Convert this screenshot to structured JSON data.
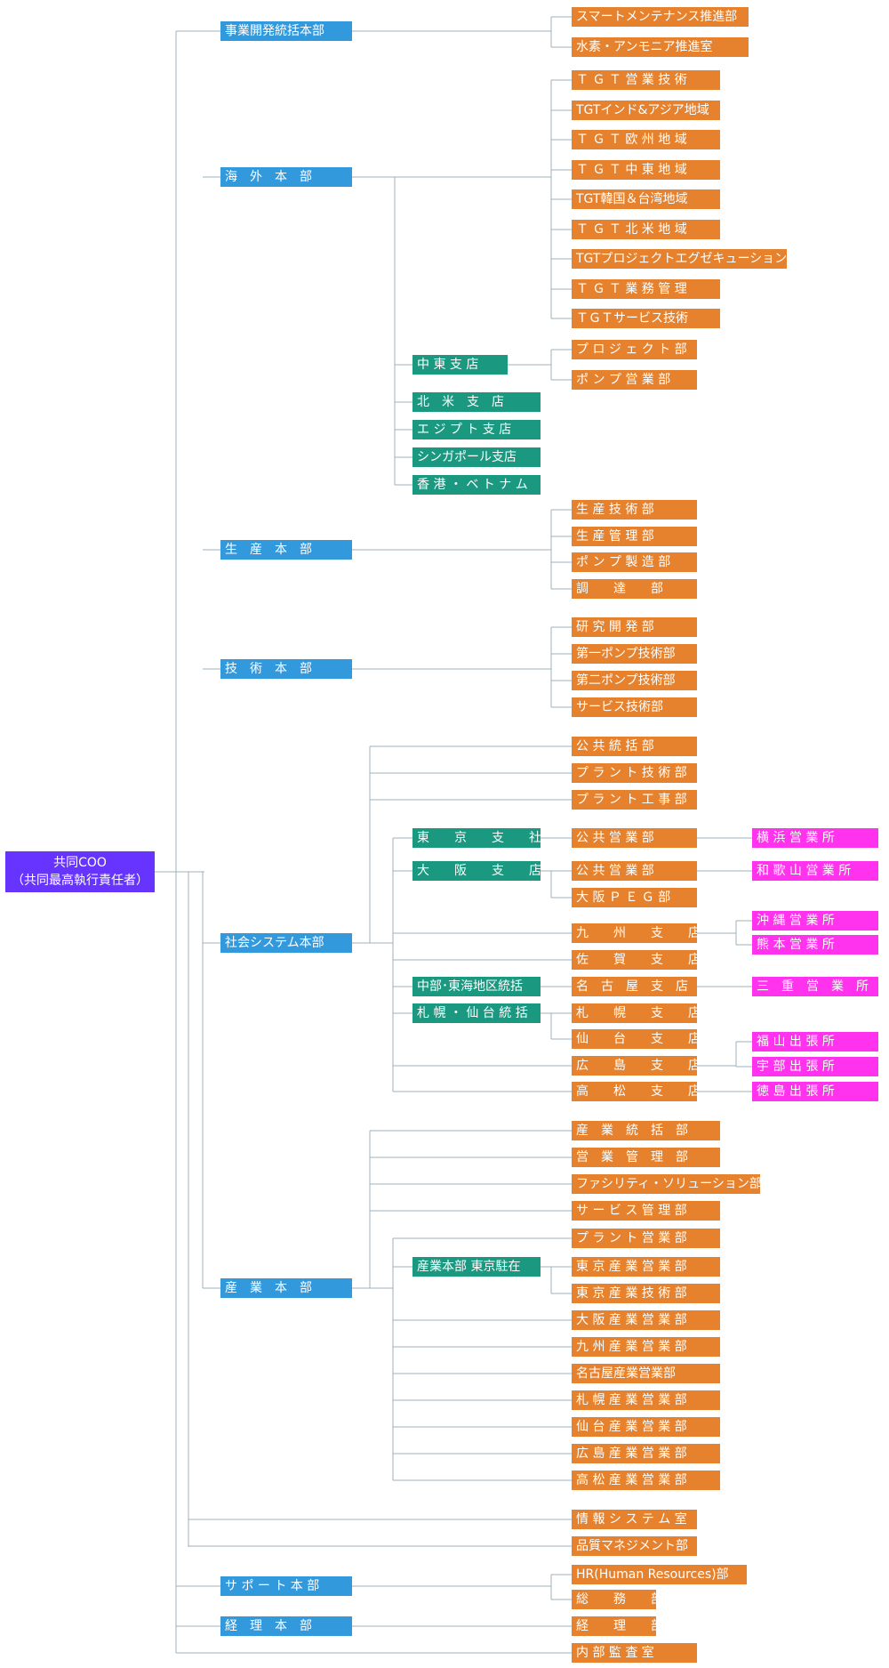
{
  "colors": {
    "coo": "#6633ff",
    "division": "#3399dd",
    "branch": "#1a9980",
    "department": "#e6822e",
    "office": "#ff33ee",
    "line": "#9fb0b8"
  },
  "root": {
    "line1": "共同COO",
    "line2": "（共同最高執行責任者）"
  },
  "boxes": [
    {
      "id": "d1",
      "type": "division",
      "label": "事業開発統括本部"
    },
    {
      "id": "d2",
      "type": "division",
      "label": "海　外　本　部"
    },
    {
      "id": "d3",
      "type": "division",
      "label": "生　産　本　部"
    },
    {
      "id": "d4",
      "type": "division",
      "label": "技　術　本　部"
    },
    {
      "id": "d5",
      "type": "division",
      "label": "社会システム本部"
    },
    {
      "id": "d6",
      "type": "division",
      "label": "産　業　本　部"
    },
    {
      "id": "d7",
      "type": "division",
      "label": "サ ポ ー ト 本 部"
    },
    {
      "id": "d8",
      "type": "division",
      "label": "経　理　本　部"
    },
    {
      "id": "o1",
      "type": "department",
      "label": "スマートメンテナンス推進部"
    },
    {
      "id": "o2",
      "type": "department",
      "label": "水素・アンモニア推進室"
    },
    {
      "id": "o3",
      "type": "department",
      "label": "Ｔ Ｇ Ｔ 営 業 技 術"
    },
    {
      "id": "o4",
      "type": "department",
      "label": "TGTインド&アジア地域"
    },
    {
      "id": "o5",
      "type": "department",
      "label": "Ｔ Ｇ Ｔ 欧 州 地 域"
    },
    {
      "id": "o6",
      "type": "department",
      "label": "Ｔ Ｇ Ｔ 中 東 地 域"
    },
    {
      "id": "o7",
      "type": "department",
      "label": "TGT韓国＆台湾地域"
    },
    {
      "id": "o8",
      "type": "department",
      "label": "Ｔ Ｇ Ｔ 北 米 地 域"
    },
    {
      "id": "o9",
      "type": "department",
      "label": "TGTプロジェクトエグゼキューション"
    },
    {
      "id": "o10",
      "type": "department",
      "label": "Ｔ Ｇ Ｔ 業 務 管 理"
    },
    {
      "id": "o11",
      "type": "department",
      "label": "ＴＧＴサービス技術"
    },
    {
      "id": "g1",
      "type": "branch",
      "label": "中 東 支 店"
    },
    {
      "id": "o12",
      "type": "department",
      "label": "プ ロ ジ ェ ク ト 部"
    },
    {
      "id": "o13",
      "type": "department",
      "label": "ポ ン プ 営 業 部"
    },
    {
      "id": "g2",
      "type": "branch",
      "label": "北　米　支　店"
    },
    {
      "id": "g3",
      "type": "branch",
      "label": "エ ジ プ ト 支 店"
    },
    {
      "id": "g4",
      "type": "branch",
      "label": "シンガポール支店"
    },
    {
      "id": "g5",
      "type": "branch",
      "label": "香 港 ・ ベ ト ナ ム"
    },
    {
      "id": "o14",
      "type": "department",
      "label": "生 産 技 術 部"
    },
    {
      "id": "o15",
      "type": "department",
      "label": "生 産 管 理 部"
    },
    {
      "id": "o16",
      "type": "department",
      "label": "ポ ン プ 製 造 部"
    },
    {
      "id": "o17",
      "type": "department",
      "label": "調　　達　　部"
    },
    {
      "id": "o18",
      "type": "department",
      "label": "研 究 開 発 部"
    },
    {
      "id": "o19",
      "type": "department",
      "label": "第一ポンプ技術部"
    },
    {
      "id": "o20",
      "type": "department",
      "label": "第二ポンプ技術部"
    },
    {
      "id": "o21",
      "type": "department",
      "label": "サービス技術部"
    },
    {
      "id": "o22",
      "type": "department",
      "label": "公 共 統 括 部"
    },
    {
      "id": "o23",
      "type": "department",
      "label": "プ ラ ン ト 技 術 部"
    },
    {
      "id": "o24",
      "type": "department",
      "label": "プ ラ ン ト 工 事 部"
    },
    {
      "id": "g6",
      "type": "branch",
      "label": "東　　京　　支　　社"
    },
    {
      "id": "o25",
      "type": "department",
      "label": "公 共 営 業 部"
    },
    {
      "id": "p1",
      "type": "office",
      "label": "横 浜 営 業 所"
    },
    {
      "id": "g7",
      "type": "branch",
      "label": "大　　阪　　支　　店"
    },
    {
      "id": "o26",
      "type": "department",
      "label": "公 共 営 業 部"
    },
    {
      "id": "p2",
      "type": "office",
      "label": "和 歌 山 営 業 所"
    },
    {
      "id": "o27",
      "type": "department",
      "label": "大 阪 Ｐ Ｅ Ｇ 部"
    },
    {
      "id": "o28",
      "type": "department",
      "label": "九　　州　　支　　店"
    },
    {
      "id": "p3",
      "type": "office",
      "label": "沖 縄 営 業 所"
    },
    {
      "id": "p4",
      "type": "office",
      "label": "熊 本 営 業 所"
    },
    {
      "id": "o29",
      "type": "department",
      "label": "佐　　賀　　支　　店"
    },
    {
      "id": "g8",
      "type": "branch",
      "label": "中部･東海地区統括"
    },
    {
      "id": "o30",
      "type": "department",
      "label": "名　古　屋　支　店"
    },
    {
      "id": "p5",
      "type": "office",
      "label": "三　重　営　業　所"
    },
    {
      "id": "g9",
      "type": "branch",
      "label": "札 幌 ・ 仙 台 統 括"
    },
    {
      "id": "o31",
      "type": "department",
      "label": "札　　幌　　支　　店"
    },
    {
      "id": "o32",
      "type": "department",
      "label": "仙　　台　　支　　店"
    },
    {
      "id": "o33",
      "type": "department",
      "label": "広　　島　　支　　店"
    },
    {
      "id": "p6",
      "type": "office",
      "label": "福 山 出 張 所"
    },
    {
      "id": "p7",
      "type": "office",
      "label": "宇 部 出 張 所"
    },
    {
      "id": "o34",
      "type": "department",
      "label": "高　　松　　支　　店"
    },
    {
      "id": "p8",
      "type": "office",
      "label": "徳 島 出 張 所"
    },
    {
      "id": "o35",
      "type": "department",
      "label": "産　業　統　括　部"
    },
    {
      "id": "o36",
      "type": "department",
      "label": "営　業　管　理　部"
    },
    {
      "id": "o37",
      "type": "department",
      "label": "ファシリティ・ソリューション部"
    },
    {
      "id": "o38",
      "type": "department",
      "label": "サ ー ビ ス 管 理 部"
    },
    {
      "id": "o39",
      "type": "department",
      "label": "プ ラ ン ト 営 業 部"
    },
    {
      "id": "g10",
      "type": "branch",
      "label": "産業本部 東京駐在"
    },
    {
      "id": "o40",
      "type": "department",
      "label": "東 京 産 業 営 業 部"
    },
    {
      "id": "o41",
      "type": "department",
      "label": "東 京 産 業 技 術 部"
    },
    {
      "id": "o42",
      "type": "department",
      "label": "大 阪 産 業 営 業 部"
    },
    {
      "id": "o43",
      "type": "department",
      "label": "九 州 産 業 営 業 部"
    },
    {
      "id": "o44",
      "type": "department",
      "label": "名古屋産業営業部"
    },
    {
      "id": "o45",
      "type": "department",
      "label": "札 幌 産 業 営 業 部"
    },
    {
      "id": "o46",
      "type": "department",
      "label": "仙 台 産 業 営 業 部"
    },
    {
      "id": "o47",
      "type": "department",
      "label": "広 島 産 業 営 業 部"
    },
    {
      "id": "o48",
      "type": "department",
      "label": "高 松 産 業 営 業 部"
    },
    {
      "id": "o49",
      "type": "department",
      "label": "情 報 シ ス テ ム 室"
    },
    {
      "id": "o50",
      "type": "department",
      "label": "品質マネジメント部"
    },
    {
      "id": "o51",
      "type": "department",
      "label": "HR(Human Resources)部"
    },
    {
      "id": "o52",
      "type": "department",
      "label": "総　　務　　部"
    },
    {
      "id": "o53",
      "type": "department",
      "label": "経　　理　　部"
    },
    {
      "id": "o54",
      "type": "department",
      "label": "内 部 監 査 室"
    }
  ]
}
